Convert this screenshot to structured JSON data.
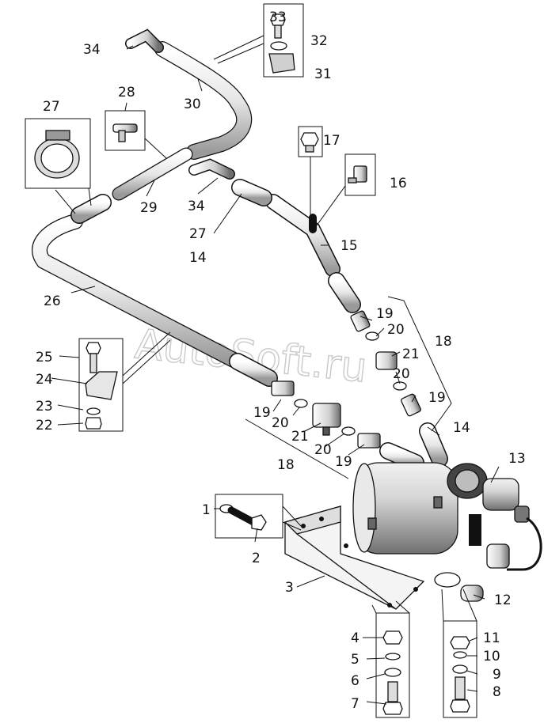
{
  "watermark": "AutoSoft.ru",
  "labels": {
    "l1": "1",
    "l2": "2",
    "l3": "3",
    "l4": "4",
    "l5": "5",
    "l6": "6",
    "l7": "7",
    "l8": "8",
    "l9": "9",
    "l10": "10",
    "l11": "11",
    "l12": "12",
    "l13": "13",
    "l14a": "14",
    "l14b": "14",
    "l15": "15",
    "l16": "16",
    "l17": "17",
    "l18a": "18",
    "l18b": "18",
    "l19a": "19",
    "l19b": "19",
    "l19c": "19",
    "l19d": "19",
    "l20a": "20",
    "l20b": "20",
    "l20c": "20",
    "l20d": "20",
    "l21a": "21",
    "l21b": "21",
    "l22": "22",
    "l23": "23",
    "l24": "24",
    "l25": "25",
    "l26": "26",
    "l27a": "27",
    "l27b": "27",
    "l28": "28",
    "l29": "29",
    "l30": "30",
    "l31": "31",
    "l32": "32",
    "l33": "33",
    "l34a": "34",
    "l34b": "34"
  }
}
